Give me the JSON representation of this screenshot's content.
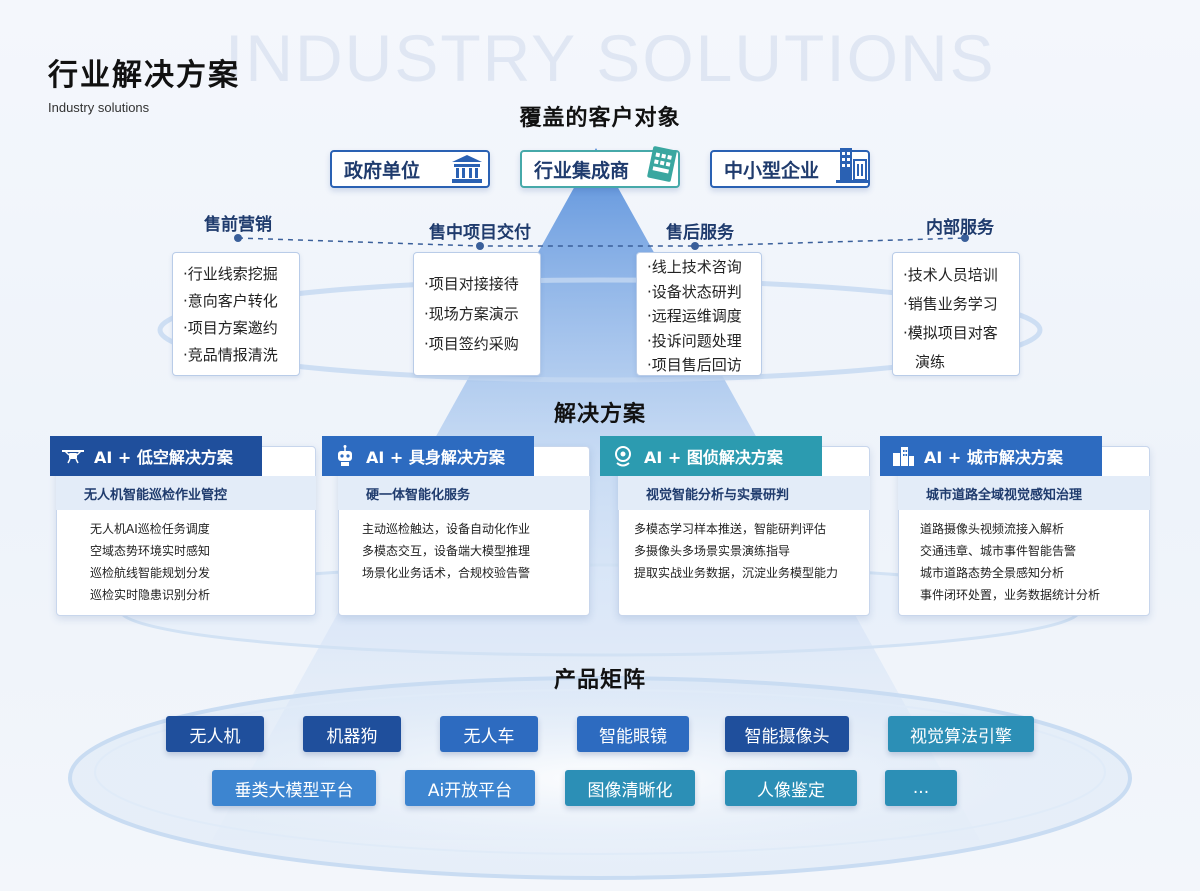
{
  "header": {
    "title": "行业解决方案",
    "subtitle": "Industry solutions",
    "watermark": "INDUSTRY SOLUTIONS"
  },
  "customers": {
    "title": "覆盖的客户对象",
    "items": [
      {
        "label": "政府单位",
        "icon": "government-building-icon"
      },
      {
        "label": "行业集成商",
        "icon": "integrator-devices-icon"
      },
      {
        "label": "中小型企业",
        "icon": "office-buildings-icon"
      }
    ]
  },
  "services": [
    {
      "title": "售前营销",
      "items": [
        "·行业线索挖掘",
        "·意向客户转化",
        "·项目方案邀约",
        "·竞品情报清洗"
      ]
    },
    {
      "title": "售中项目交付",
      "items": [
        "·项目对接接待",
        "·现场方案演示",
        "·项目签约采购"
      ]
    },
    {
      "title": "售后服务",
      "items": [
        "·线上技术咨询",
        "·设备状态研判",
        "·远程运维调度",
        "·投诉问题处理",
        "·项目售后回访"
      ]
    },
    {
      "title": "内部服务",
      "items": [
        "·技术人员培训",
        "·销售业务学习",
        "·模拟项目对客",
        "演练"
      ]
    }
  ],
  "solutions": {
    "title": "解决方案",
    "cards": [
      {
        "head": "AI + 低空解决方案",
        "sub": "无人机智能巡检作业管控",
        "icon": "drone-icon",
        "color": "#1f4f9c",
        "lines": [
          "无人机AI巡检任务调度",
          "空域态势环境实时感知",
          "巡检航线智能规划分发",
          "巡检实时隐患识别分析"
        ]
      },
      {
        "head": "AI + 具身解决方案",
        "sub": "硬一体智能化服务",
        "icon": "robot-icon",
        "color": "#2d6bc0",
        "lines": [
          "主动巡检触达，设备自动化作业",
          "多模态交互，设备端大模型推理",
          "场景化业务话术，合规校验告警"
        ]
      },
      {
        "head": "AI + 图侦解决方案",
        "sub": "视觉智能分析与实景研判",
        "icon": "location-search-icon",
        "color": "#2c9bb0",
        "lines": [
          "多模态学习样本推送，智能研判评估",
          "多摄像头多场景实景演练指导",
          "提取实战业务数据，沉淀业务模型能力"
        ]
      },
      {
        "head": "AI + 城市解决方案",
        "sub": "城市道路全域视觉感知治理",
        "icon": "city-buildings-icon",
        "color": "#2d6bc0",
        "lines": [
          "道路摄像头视频流接入解析",
          "交通违章、城市事件智能告警",
          "城市道路态势全景感知分析",
          "事件闭环处置，业务数据统计分析"
        ]
      }
    ]
  },
  "products": {
    "title": "产品矩阵",
    "row1": [
      "无人机",
      "机器狗",
      "无人车",
      "智能眼镜",
      "智能摄像头",
      "视觉算法引擎"
    ],
    "row2": [
      "垂类大模型平台",
      "Ai开放平台",
      "图像清晰化",
      "人像鉴定",
      "..."
    ]
  }
}
